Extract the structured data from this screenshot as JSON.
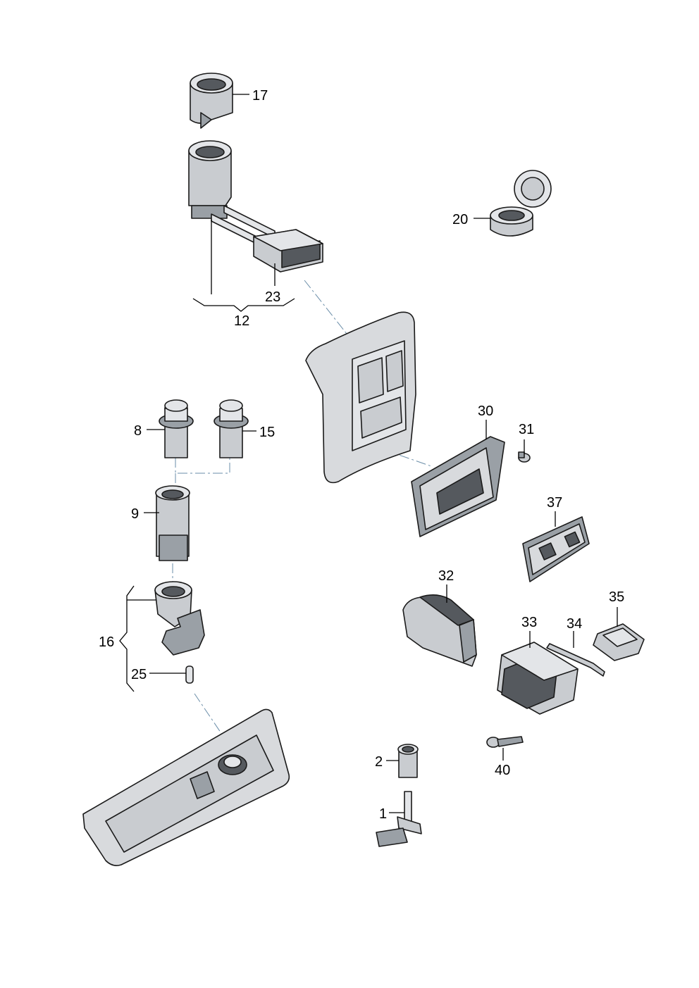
{
  "diagram": {
    "callouts": {
      "p1": "1",
      "p2": "2",
      "p8": "8",
      "p9": "9",
      "p12": "12",
      "p15": "15",
      "p16": "16",
      "p17": "17",
      "p20": "20",
      "p23": "23",
      "p25": "25",
      "p30": "30",
      "p31": "31",
      "p32": "32",
      "p33": "33",
      "p34": "34",
      "p35": "35",
      "p37": "37",
      "p40": "40"
    },
    "colors": {
      "line": "#000000",
      "leader_dash": "#6a8da8",
      "part_fill": "#c9ccd0"
    }
  }
}
